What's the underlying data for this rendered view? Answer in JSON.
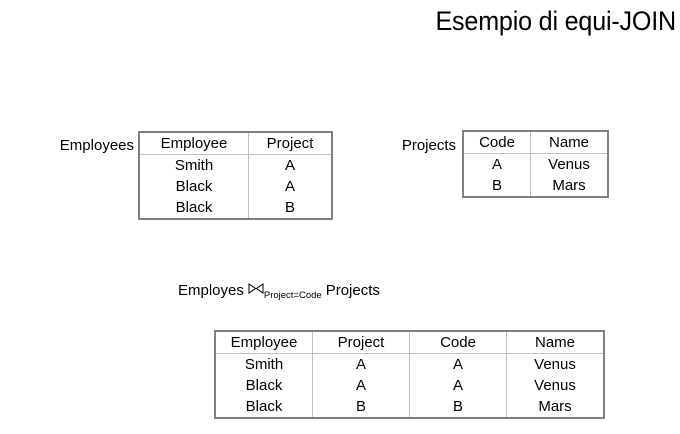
{
  "slide": {
    "title": "Esempio di equi-JOIN",
    "background_color": "#ffffff",
    "text_color": "#000000",
    "table_border_color": "#808080",
    "table_gridline_color": "#c0c0c0"
  },
  "employees_relation": {
    "caption": "Employees",
    "columns": [
      "Employee",
      "Project"
    ],
    "rows": [
      [
        "Smith",
        "A"
      ],
      [
        "Black",
        "A"
      ],
      [
        "Black",
        "B"
      ]
    ]
  },
  "projects_relation": {
    "caption": "Projects",
    "columns": [
      "Code",
      "Name"
    ],
    "rows": [
      [
        "A",
        "Venus"
      ],
      [
        "B",
        "Mars"
      ]
    ]
  },
  "join_expression": {
    "left_operand": "Employes",
    "operator_icon": "bowtie-join-icon",
    "condition": "Project=Code",
    "right_operand": "Projects"
  },
  "result_relation": {
    "columns": [
      "Employee",
      "Project",
      "Code",
      "Name"
    ],
    "rows": [
      [
        "Smith",
        "A",
        "A",
        "Venus"
      ],
      [
        "Black",
        "A",
        "A",
        "Venus"
      ],
      [
        "Black",
        "B",
        "B",
        "Mars"
      ]
    ]
  }
}
